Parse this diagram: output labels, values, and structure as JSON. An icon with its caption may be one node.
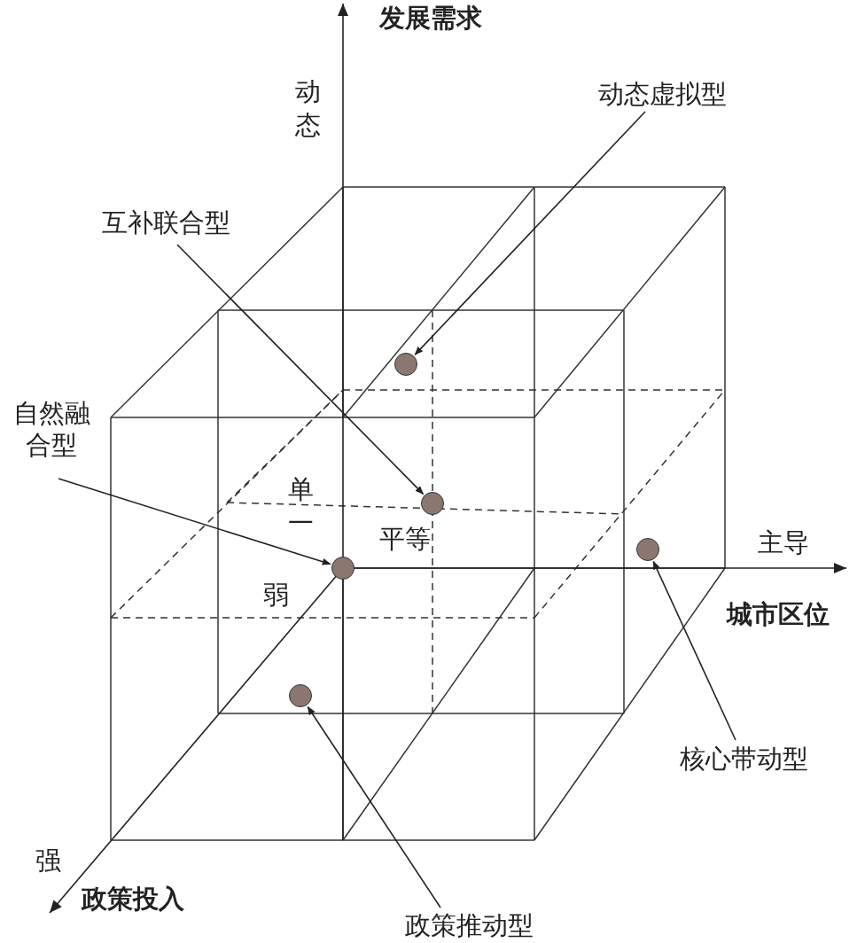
{
  "diagram": {
    "nodes": [
      {
        "text": [
          "动态虚拟型"
        ]
      },
      {
        "text": [
          "互补联合型"
        ]
      },
      {
        "text": [
          "自然融合型"
        ]
      },
      {
        "text": [],
        "shape": "circle"
      },
      {
        "text": [],
        "shape": "circle"
      },
      {
        "text": [],
        "shape": "circle"
      },
      {
        "text": [],
        "shape": "circle"
      },
      {
        "text": [],
        "shape": "circle"
      },
      {
        "text": [
          "核心带动型"
        ]
      },
      {
        "text": [
          "政策推动型"
        ]
      }
    ],
    "edges": [
      {
        "from": 0,
        "to": 3,
        "arrow": "to"
      },
      {
        "from": 1,
        "to": 4,
        "arrow": "to"
      },
      {
        "from": 2,
        "to": 6,
        "arrow": "to"
      },
      {
        "from": 8,
        "to": 5,
        "arrow": "to"
      },
      {
        "from": 9,
        "to": 7,
        "arrow": "to"
      }
    ],
    "labels": [
      "发展需求",
      "动态",
      "单一",
      "平等",
      "主导",
      "城市区位",
      "弱",
      "强",
      "政策投入"
    ]
  }
}
